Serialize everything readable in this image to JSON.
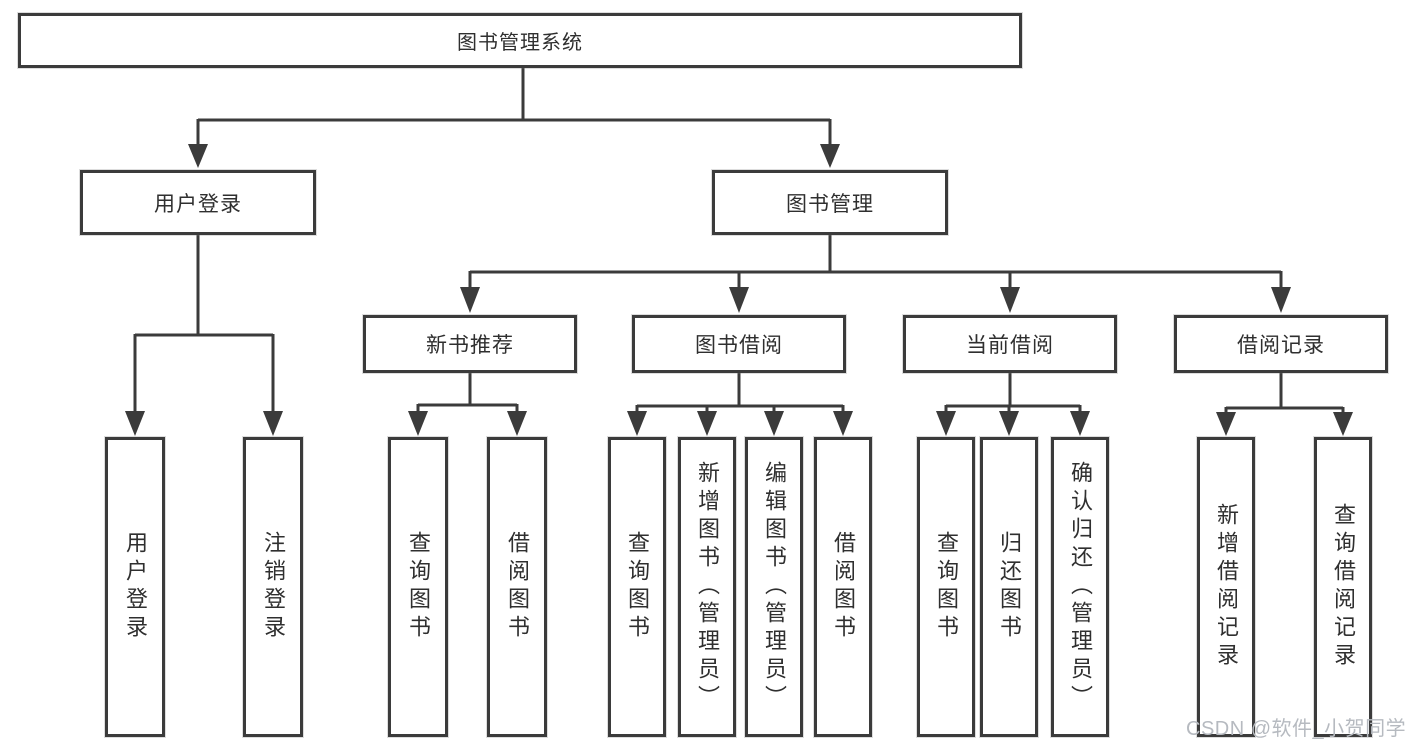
{
  "watermark": "CSDN @软件_小贺同学",
  "colors": {
    "line": "#3b3b3b",
    "text": "#2f2f2f",
    "background": "#ffffff",
    "watermark": "#b6bac0"
  },
  "tree": {
    "root": {
      "label": "图书管理系统"
    },
    "branches": [
      {
        "label": "用户登录",
        "children": [
          {
            "label": "用户登录"
          },
          {
            "label": "注销登录"
          }
        ]
      },
      {
        "label": "图书管理",
        "children": [
          {
            "label": "新书推荐",
            "children": [
              {
                "label": "查询图书"
              },
              {
                "label": "借阅图书"
              }
            ]
          },
          {
            "label": "图书借阅",
            "children": [
              {
                "label": "查询图书"
              },
              {
                "label": "新增图书（管理员）"
              },
              {
                "label": "编辑图书（管理员）"
              },
              {
                "label": "借阅图书"
              }
            ]
          },
          {
            "label": "当前借阅",
            "children": [
              {
                "label": "查询图书"
              },
              {
                "label": "归还图书"
              },
              {
                "label": "确认归还（管理员）"
              }
            ]
          },
          {
            "label": "借阅记录",
            "children": [
              {
                "label": "新增借阅记录"
              },
              {
                "label": "查询借阅记录"
              }
            ]
          }
        ]
      }
    ]
  }
}
